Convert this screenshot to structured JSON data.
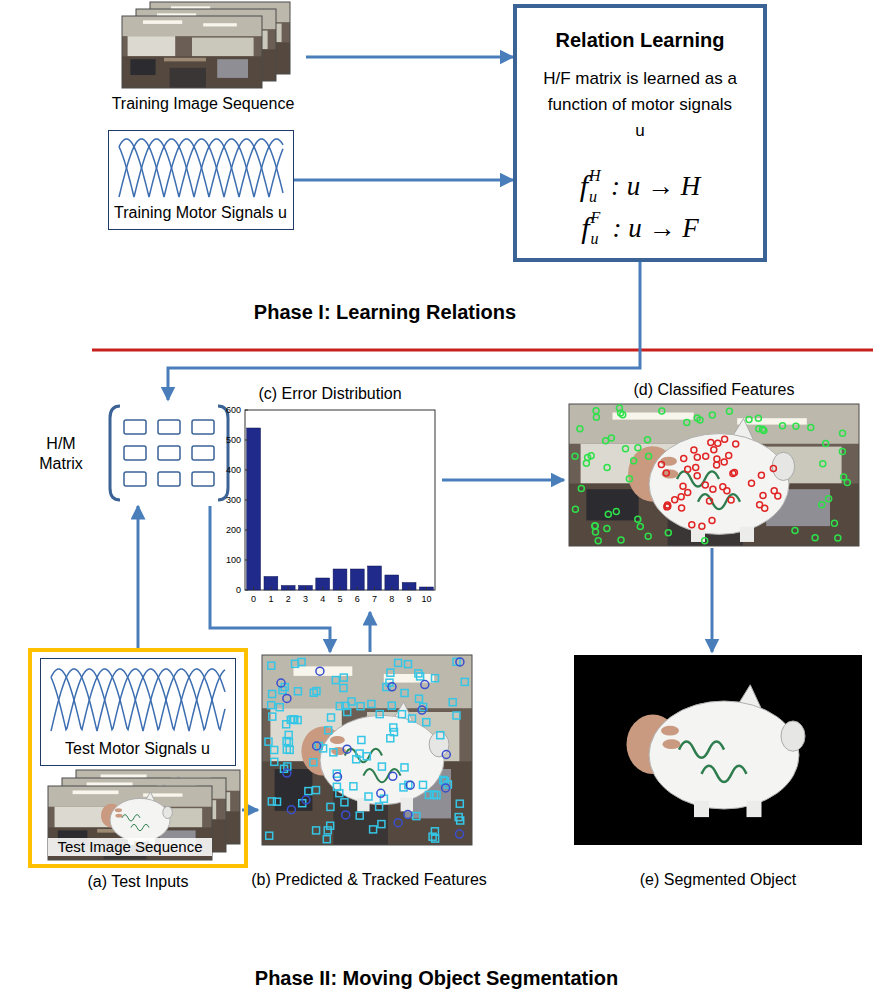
{
  "diagram": {
    "nodes": [
      {
        "text": [
          "Training Image Sequence"
        ]
      },
      {
        "text": [
          "Training Motor Signals u"
        ]
      },
      {
        "text": [
          "Relation Learning",
          "H/F matrix is learned as a function of motor signals u",
          "f",
          "u",
          "H",
          ": u → H",
          "f",
          "u",
          "F",
          ": u → F"
        ]
      },
      {
        "text": [
          "H/M Matrix"
        ]
      },
      {
        "text": [
          "(c) Error Distribution"
        ]
      },
      {
        "text": [
          "(d) Classified Features"
        ]
      },
      {
        "text": [
          "(a) Test Inputs"
        ]
      },
      {
        "text": [
          "Test Motor Signals u"
        ],
        "in": 6
      },
      {
        "text": [
          "Test Image Sequence"
        ],
        "in": 6
      },
      {
        "text": [
          "(b) Predicted & Tracked Features"
        ]
      },
      {
        "text": [
          "(e) Segmented Object"
        ]
      }
    ],
    "edges": [
      {
        "from": 0,
        "to": 2,
        "arrow": "to"
      },
      {
        "from": 1,
        "to": 2,
        "arrow": "to"
      },
      {
        "from": 2,
        "to": 3,
        "arrow": "to"
      },
      {
        "from": 6,
        "to": 3,
        "arrow": "to"
      },
      {
        "from": 3,
        "to": 9,
        "arrow": "to"
      },
      {
        "from": 8,
        "to": 9,
        "arrow": "to"
      },
      {
        "from": 9,
        "to": 4,
        "arrow": "to"
      },
      {
        "from": 4,
        "to": 5,
        "arrow": "to"
      },
      {
        "from": 5,
        "to": 10,
        "arrow": "to"
      }
    ],
    "labels": [
      "Phase I: Learning Relations",
      "Phase II: Moving Object Segmentation",
      "0",
      "100",
      "200",
      "300",
      "400",
      "500",
      "600",
      "0",
      "1",
      "2",
      "3",
      "4",
      "5",
      "6",
      "7",
      "8",
      "9",
      "10"
    ]
  }
}
